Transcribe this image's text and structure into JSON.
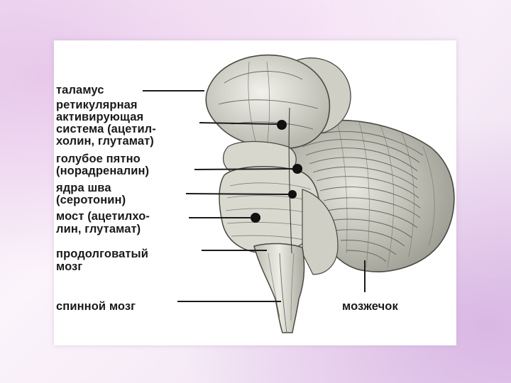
{
  "labels": {
    "thalamus": "таламус",
    "reticular_1": "ретикулярная",
    "reticular_2": "активирующая",
    "reticular_3": "система (ацетил-",
    "reticular_4": "холин, глутамат)",
    "locus_1": "голубое пятно",
    "locus_2": "(норадреналин)",
    "raphe_1": "ядра шва",
    "raphe_2": "(серотонин)",
    "pons_1": "мост (ацетилхо-",
    "pons_2": "лин, глутамат)",
    "medulla_1": "продолговатый",
    "medulla_2": "мозг",
    "spinal": "спинной мозг",
    "cerebellum": "мозжечок"
  },
  "colors": {
    "background": "#f6ecf7",
    "panel": "#ffffff",
    "text": "#1a1a1a",
    "brain_fill": "#dcdcd3",
    "brain_stroke": "#4a4a44",
    "marker_dot": "#111111"
  }
}
